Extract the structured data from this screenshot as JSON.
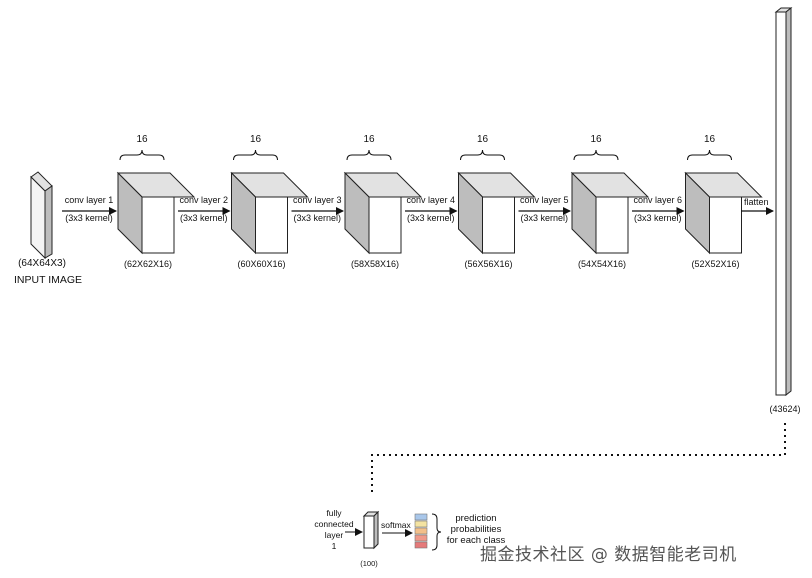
{
  "input": {
    "dims": "(64X64X3)",
    "title": "INPUT IMAGE"
  },
  "layers": [
    {
      "depth": "16",
      "conv": "conv layer 1",
      "kernel": "(3x3 kernel)",
      "dims": "(62X62X16)"
    },
    {
      "depth": "16",
      "conv": "conv layer 2",
      "kernel": "(3x3 kernel)",
      "dims": "(60X60X16)"
    },
    {
      "depth": "16",
      "conv": "conv layer 3",
      "kernel": "(3x3 kernel)",
      "dims": "(58X58X16)"
    },
    {
      "depth": "16",
      "conv": "conv layer 4",
      "kernel": "(3x3 kernel)",
      "dims": "(56X56X16)"
    },
    {
      "depth": "16",
      "conv": "conv layer 5",
      "kernel": "(3x3 kernel)",
      "dims": "(54X54X16)"
    },
    {
      "depth": "16",
      "conv": "conv layer 6",
      "kernel": "(3x3 kernel)",
      "dims": "(52X52X16)"
    }
  ],
  "flatten": {
    "label": "flatten",
    "dims": "(43624)"
  },
  "fc": {
    "line1": "fully",
    "line2": "connected",
    "line3": "layer",
    "line4": "1",
    "dims": "(100)"
  },
  "softmax": {
    "label": "softmax"
  },
  "output": {
    "line1": "prediction",
    "line2": "probabilities",
    "line3": "for each class"
  },
  "watermark": "掘金技术社区 @ 数据智能老司机",
  "colors": {
    "front": "#ffffff",
    "side": "#bdbdbd",
    "top": "#e2e2e2",
    "stroke": "#222222",
    "stack": [
      "#a9c7ea",
      "#f4e3a1",
      "#f3c08a",
      "#f09a8a",
      "#e57a7a"
    ]
  }
}
